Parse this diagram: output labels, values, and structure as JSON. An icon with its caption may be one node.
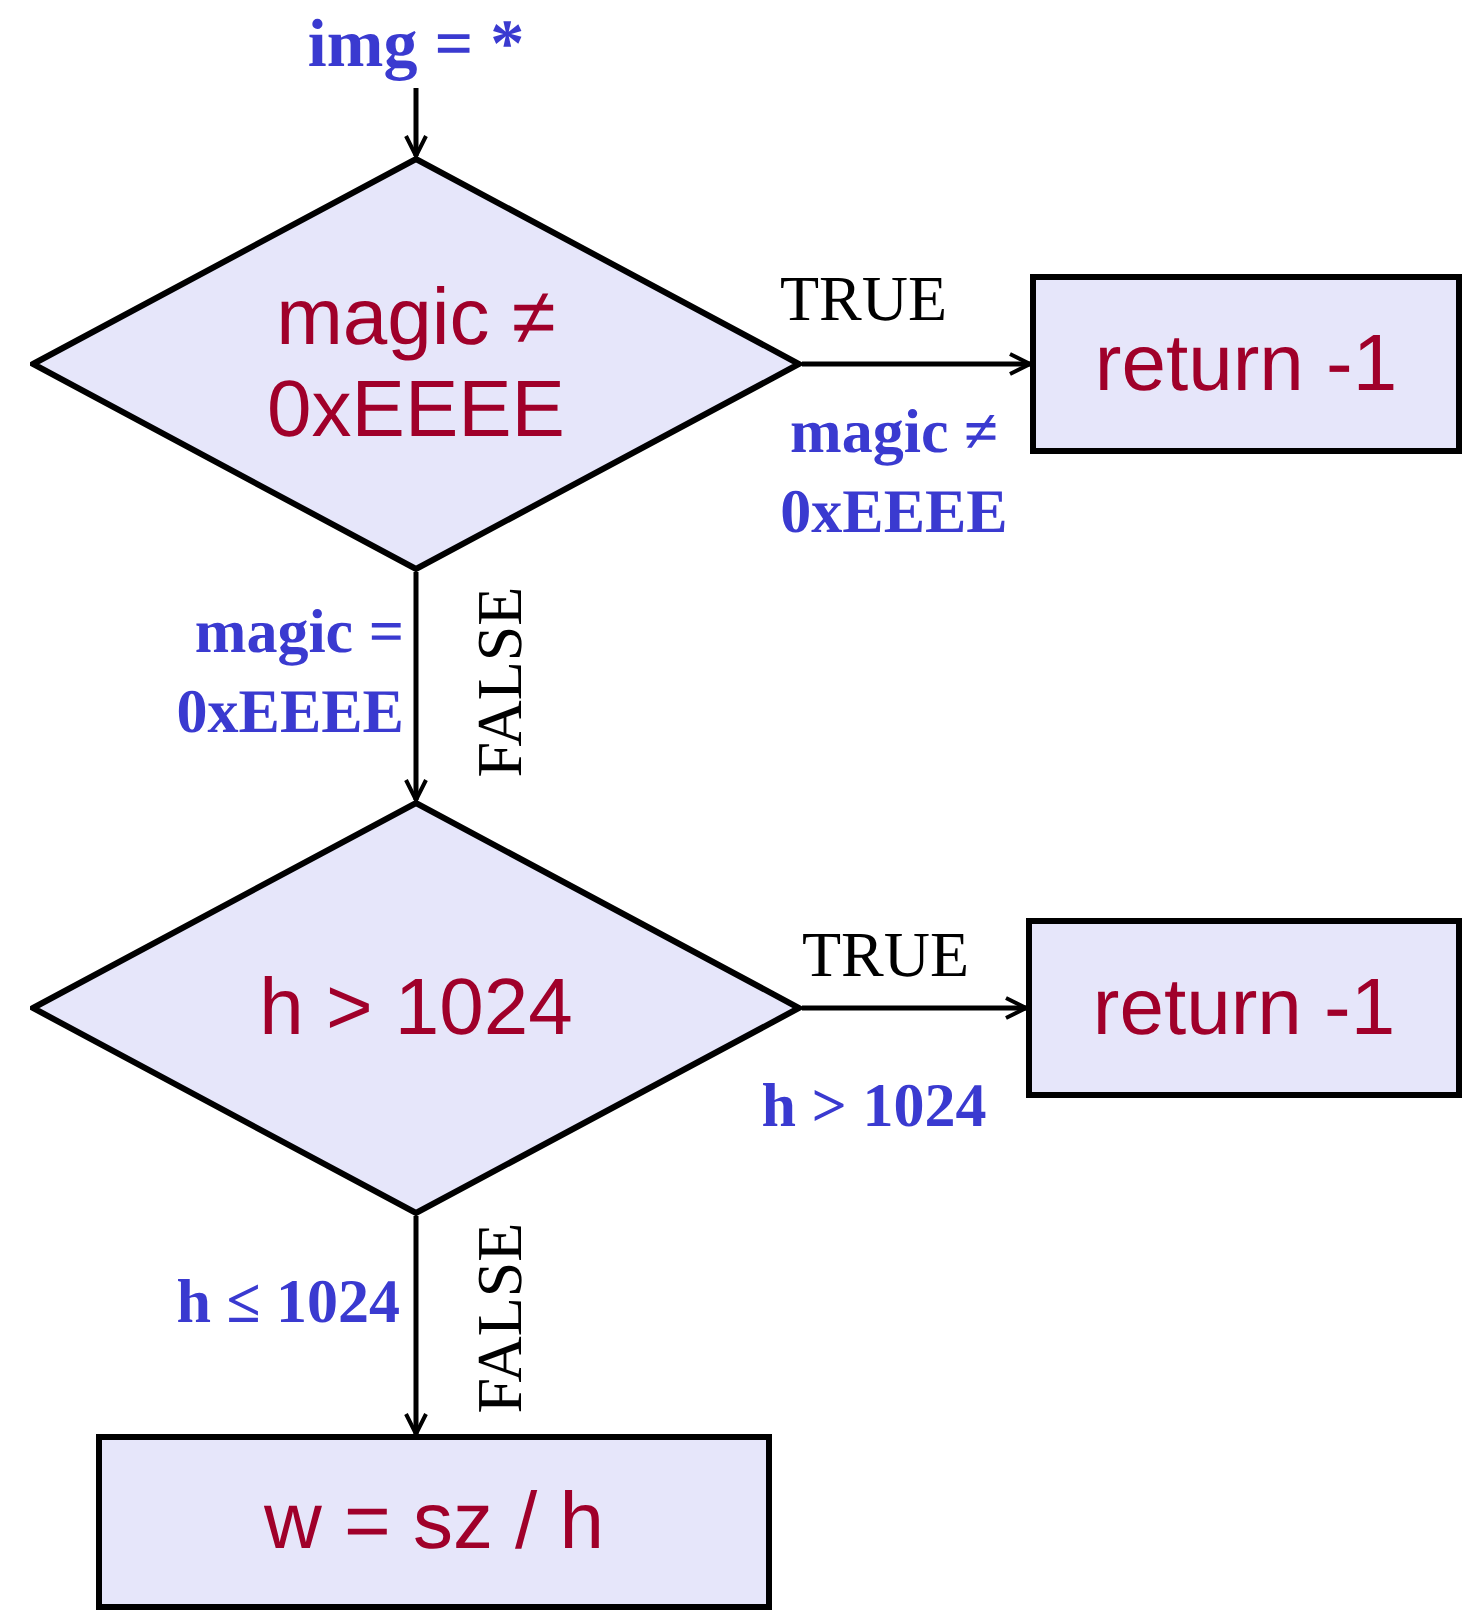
{
  "diagram": {
    "nodes": [
      {
        "text": [
          "img = *"
        ]
      },
      {
        "text": [
          "magic ≠ 0xEEEE"
        ]
      },
      {
        "text": [
          "return -1"
        ]
      },
      {
        "text": [
          "h > 1024"
        ]
      },
      {
        "text": [
          "return -1"
        ]
      },
      {
        "text": [
          "w = sz / h"
        ]
      }
    ],
    "edges": [
      {
        "from": 0,
        "to": 1,
        "arrow": "to"
      },
      {
        "from": 1,
        "to": 2,
        "arrow": "to",
        "label": "TRUE"
      },
      {
        "from": 1,
        "to": 3,
        "arrow": "to",
        "label": "FALSE"
      },
      {
        "from": 3,
        "to": 4,
        "arrow": "to",
        "label": "TRUE"
      },
      {
        "from": 3,
        "to": 5,
        "arrow": "to",
        "label": "FALSE"
      }
    ],
    "labels": [
      "magic ≠ 0xEEEE",
      "magic = 0xEEEE",
      "h > 1024",
      "h ≤ 1024"
    ]
  }
}
